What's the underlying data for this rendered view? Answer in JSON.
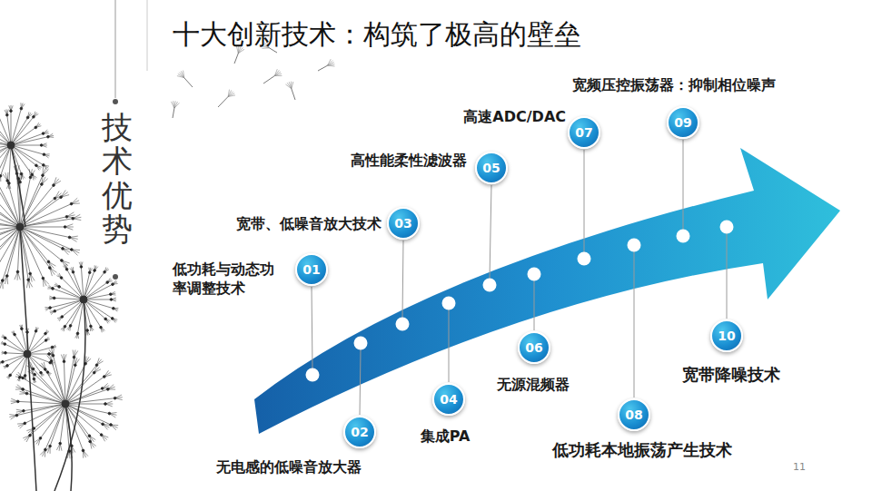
{
  "diagram": {
    "title": "十大创新技术：构筑了极高的壁垒",
    "nodes": [
      {
        "text": [
          "01",
          "低功耗与动态功率调整技术"
        ]
      },
      {
        "text": [
          "02",
          "无电感的低噪音放大器"
        ]
      },
      {
        "text": [
          "03",
          "宽带、低噪音放大技术"
        ]
      },
      {
        "text": [
          "04",
          "集成PA"
        ]
      },
      {
        "text": [
          "05",
          "高性能柔性滤波器"
        ]
      },
      {
        "text": [
          "06",
          "无源混频器"
        ]
      },
      {
        "text": [
          "07",
          "高速ADC/DAC"
        ]
      },
      {
        "text": [
          "08",
          "低功耗本地振荡产生技术"
        ]
      },
      {
        "text": [
          "09",
          "宽频压控振荡器：抑制相位噪声"
        ]
      },
      {
        "text": [
          "10",
          "宽带降噪技术"
        ]
      }
    ],
    "labels": [
      "技术优势",
      "11"
    ]
  }
}
